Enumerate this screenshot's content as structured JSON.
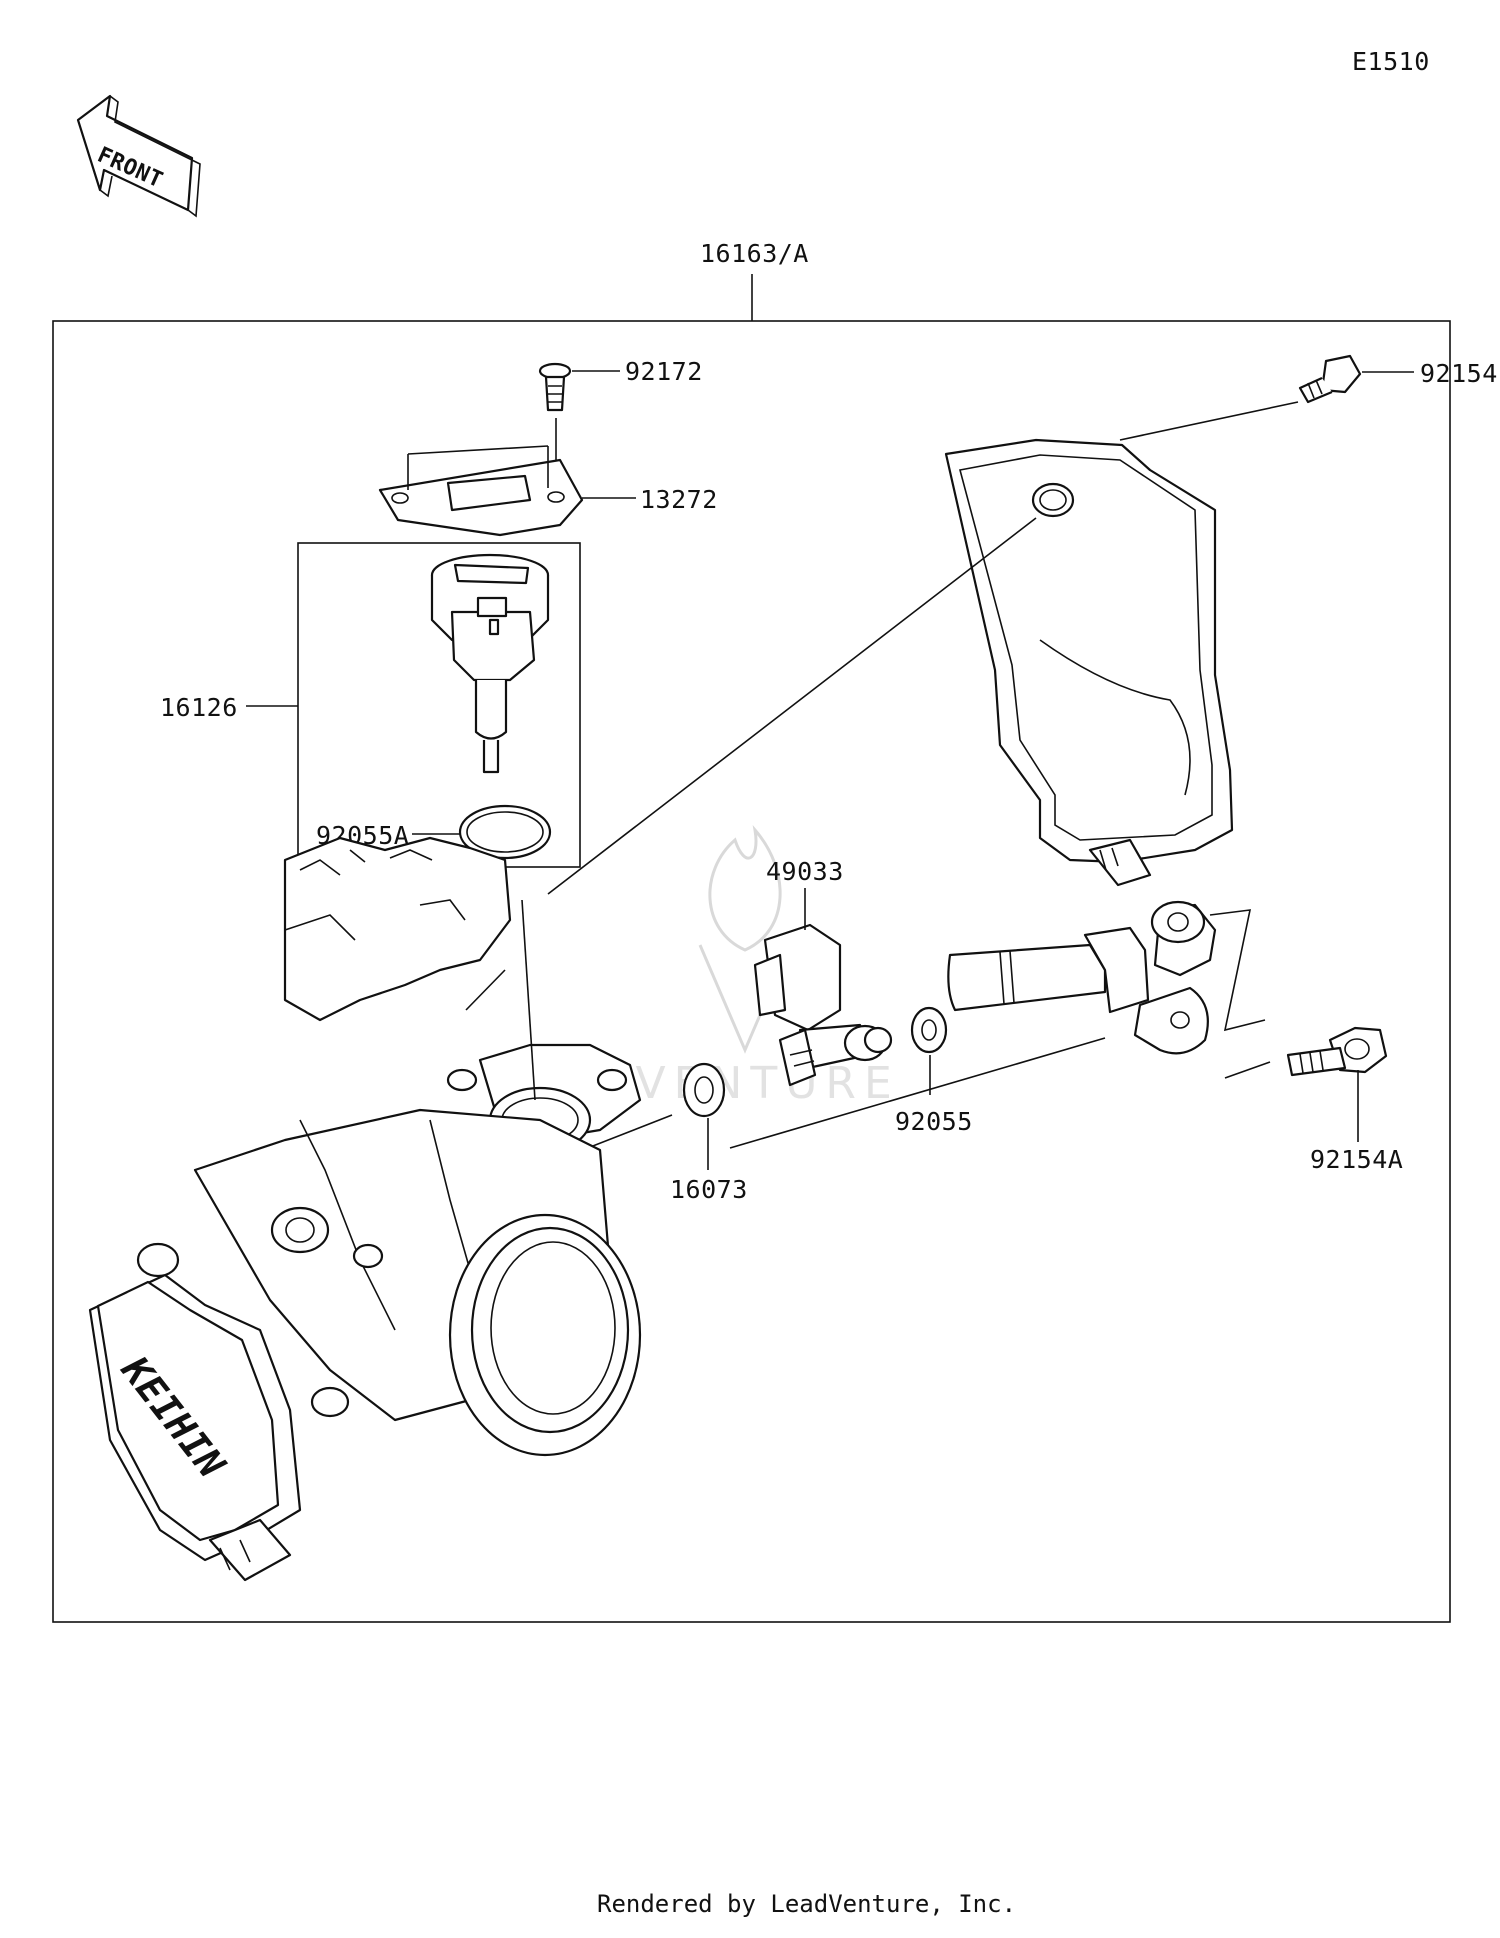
{
  "diagram": {
    "code": "E1510",
    "front_label": "FRONT",
    "brand_label": "KEIHIN",
    "watermark": "LEADVENTURE",
    "footer": "Rendered by LeadVenture, Inc.",
    "parts": {
      "assembly": "16163/A",
      "screw": "92172",
      "gasket_plate": "13272",
      "sensor": "16126",
      "o_ring_a": "92055A",
      "bolt_top": "92154",
      "sensor_49033": "49033",
      "washer_16073": "16073",
      "washer_92055": "92055",
      "bolt_a": "92154A"
    }
  }
}
